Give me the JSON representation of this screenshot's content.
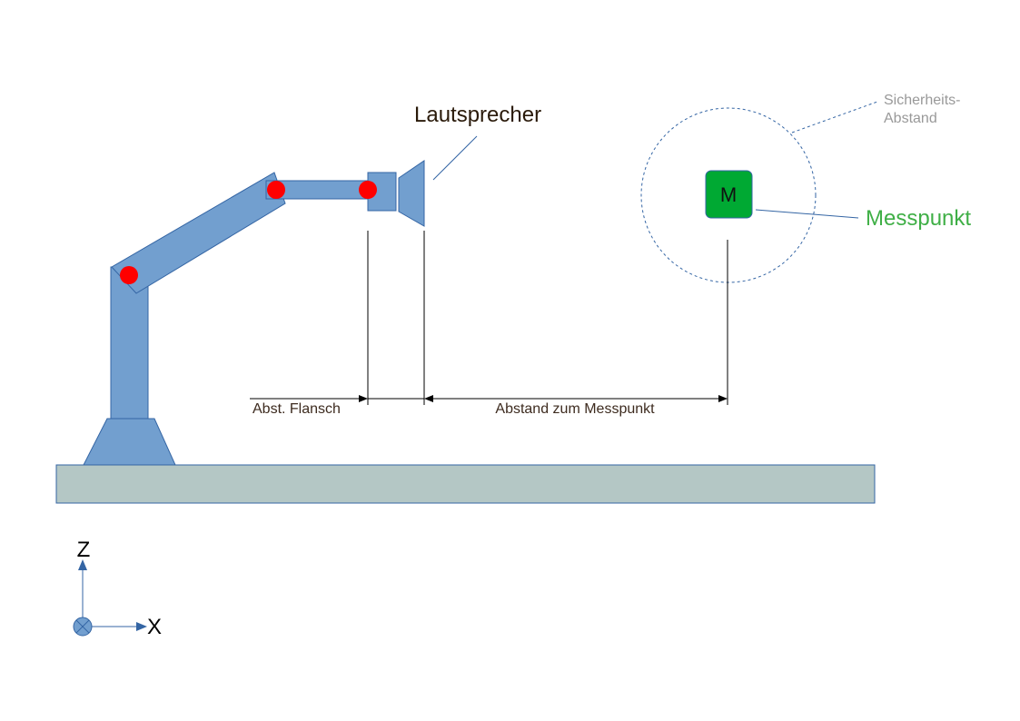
{
  "labels": {
    "speaker": "Lautsprecher",
    "safety_line1": "Sicherheits-",
    "safety_line2": "Abstand",
    "measure_point": "Messpunkt",
    "measure_marker": "M",
    "flange_distance": "Abst. Flansch",
    "measure_distance": "Abstand zum Messpunkt",
    "axis_z": "Z",
    "axis_x": "X"
  },
  "colors": {
    "robot_blue": "#729fcf",
    "robot_stroke": "#3465a4",
    "joint_red": "#ff0000",
    "floor_fill": "#b4c7c5",
    "floor_stroke": "#3465a4",
    "measure_green": "#00a933",
    "measure_label_green": "#3faf46",
    "safety_gray": "#999999",
    "speaker_label": "#2a1a0a",
    "dimension_label": "#3d2b1f"
  },
  "icons": {
    "axis_origin": "circled-x-icon"
  }
}
